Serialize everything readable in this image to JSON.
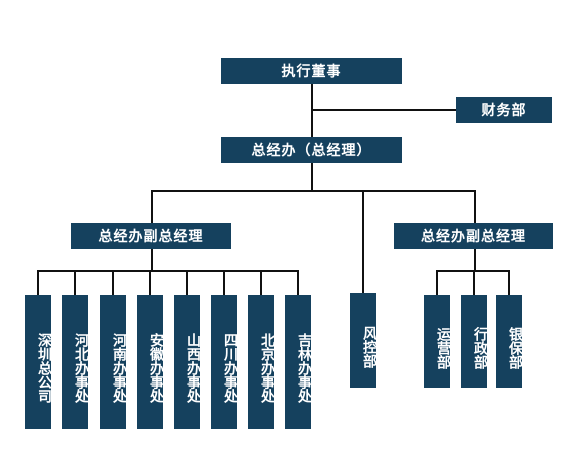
{
  "nodes": {
    "exec": "执行董事",
    "finance": "财务部",
    "gm": "总经办（总经理）",
    "vp_left": "总经办副总经理",
    "vp_right": "总经办副总经理",
    "risk": "风控部",
    "shenzhen": "深圳总公司",
    "hebei": "河北办事处",
    "henan": "河南办事处",
    "anhui": "安徽办事处",
    "shanxi": "山西办事处",
    "sichuan": "四川办事处",
    "beijing": "北京办事处",
    "jilin": "吉林办事处",
    "ops": "运营部",
    "admin": "行政部",
    "banking": "银保部"
  }
}
